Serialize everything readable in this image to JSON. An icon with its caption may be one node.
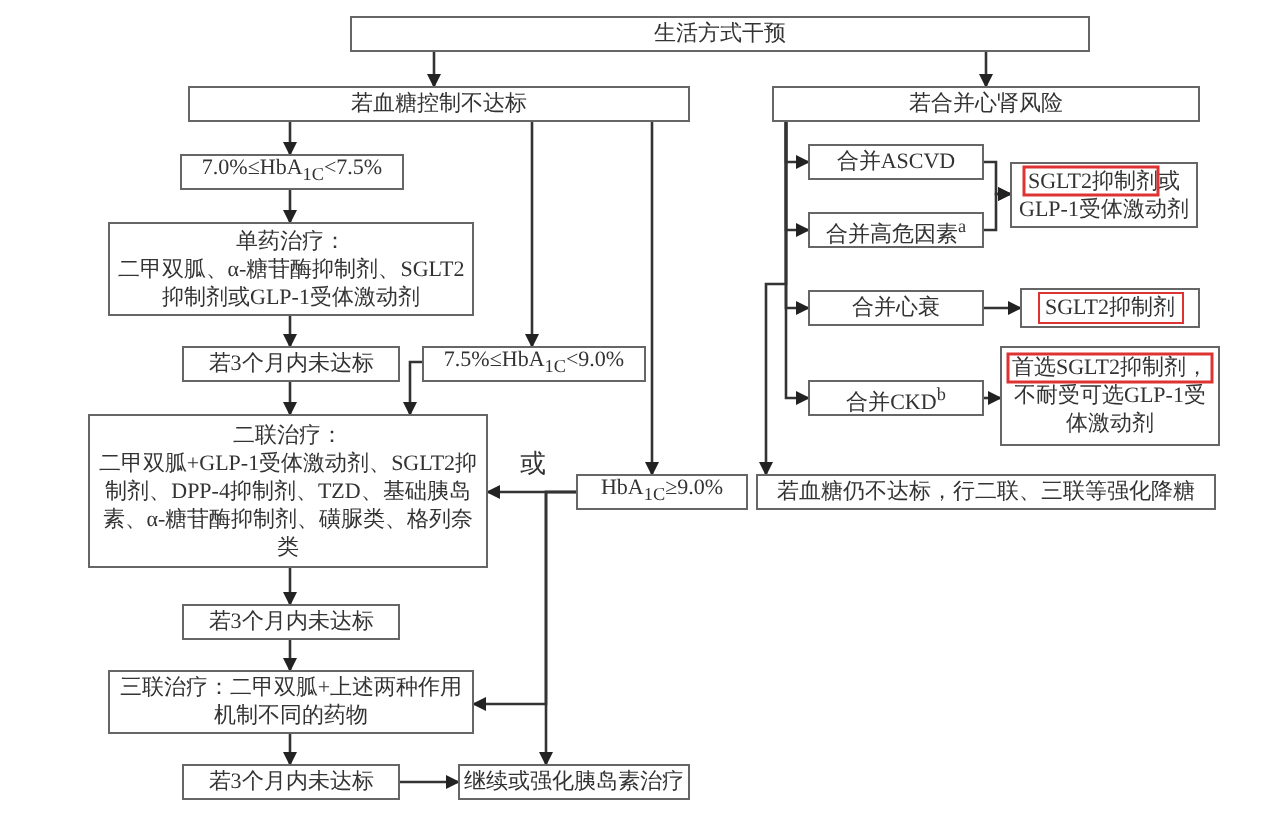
{
  "diagram": {
    "nodes": [
      {
        "text": [
          "生活方式干预"
        ]
      },
      {
        "text": [
          "若血糖控制不达标"
        ]
      },
      {
        "text": [
          "若合并心肾风险"
        ]
      },
      {
        "text": [
          "7.0%≤HbA$_{1C}$<7.5%"
        ]
      },
      {
        "text": [
          "单药治疗：",
          "二甲双胍、α-糖苷酶抑制剂、SGLT2抑制剂或GLP-1受体激动剂"
        ]
      },
      {
        "text": [
          "若3个月内未达标"
        ]
      },
      {
        "text": [
          "7.5%≤HbA$_{1C}$<9.0%"
        ]
      },
      {
        "text": [
          "二联治疗：",
          "二甲双胍+GLP-1受体激动剂、SGLT2抑制剂、DPP-4抑制剂、TZD、基础胰岛素、α-糖苷酶抑制剂、磺脲类、格列奈类"
        ]
      },
      {
        "text": [
          "HbA$_{1C}$≥9.0%"
        ]
      },
      {
        "text": [
          "若血糖仍不达标，行二联、三联等强化降糖"
        ]
      },
      {
        "text": [
          "合并ASCVD"
        ]
      },
      {
        "text": [
          "合并高危因素$^{a}$"
        ]
      },
      {
        "text": [
          "SGLT2抑制剂或GLP-1受体激动剂"
        ]
      },
      {
        "text": [
          "合并心衰"
        ]
      },
      {
        "text": [
          "SGLT2抑制剂"
        ]
      },
      {
        "text": [
          "合并CKD$^{b}$"
        ]
      },
      {
        "text": [
          "首选SGLT2抑制剂，不耐受可选GLP-1受体激动剂"
        ]
      },
      {
        "text": [
          "若3个月内未达标"
        ]
      },
      {
        "text": [
          "三联治疗：二甲双胍+上述两种作用机制不同的药物"
        ]
      },
      {
        "text": [
          "若3个月内未达标"
        ]
      },
      {
        "text": [
          "继续或强化胰岛素治疗"
        ]
      }
    ],
    "edges": [
      {
        "from": 0,
        "to": 1,
        "arrow": "to"
      },
      {
        "from": 0,
        "to": 2,
        "arrow": "to"
      },
      {
        "from": 1,
        "to": 3,
        "arrow": "to"
      },
      {
        "from": 3,
        "to": 4,
        "arrow": "to"
      },
      {
        "from": 4,
        "to": 5,
        "arrow": "to"
      },
      {
        "from": 1,
        "to": 6,
        "arrow": "to"
      },
      {
        "from": 1,
        "to": 8,
        "arrow": "to"
      },
      {
        "from": 5,
        "to": 7,
        "arrow": "to"
      },
      {
        "from": 6,
        "to": 7,
        "arrow": "to"
      },
      {
        "from": 8,
        "to": 7,
        "arrow": "to",
        "label": "或"
      },
      {
        "from": 8,
        "to": 18,
        "arrow": "to"
      },
      {
        "from": 8,
        "to": 20,
        "arrow": "to"
      },
      {
        "from": 7,
        "to": 17,
        "arrow": "to"
      },
      {
        "from": 17,
        "to": 18,
        "arrow": "to"
      },
      {
        "from": 18,
        "to": 19,
        "arrow": "to"
      },
      {
        "from": 19,
        "to": 20,
        "arrow": "to"
      },
      {
        "from": 2,
        "to": 10,
        "arrow": "to"
      },
      {
        "from": 2,
        "to": 11,
        "arrow": "to"
      },
      {
        "from": 2,
        "to": 13,
        "arrow": "to"
      },
      {
        "from": 2,
        "to": 15,
        "arrow": "to"
      },
      {
        "from": 2,
        "to": 9,
        "arrow": "to"
      },
      {
        "from": 10,
        "to": 12,
        "arrow": "to"
      },
      {
        "from": 11,
        "to": 12,
        "arrow": "to"
      },
      {
        "from": 13,
        "to": 14,
        "arrow": "to"
      },
      {
        "from": 15,
        "to": 16,
        "arrow": "to"
      }
    ]
  }
}
